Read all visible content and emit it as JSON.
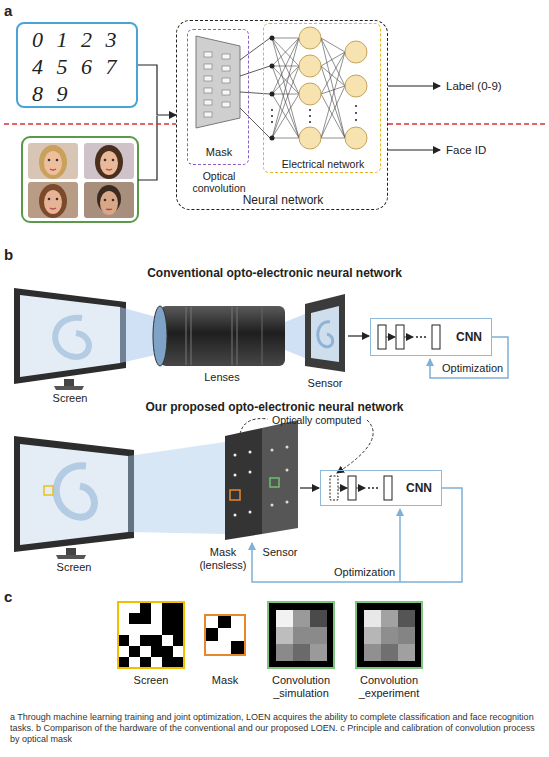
{
  "diagram": {
    "caption": "a Through machine learning training and joint optimization, LOEN acquires the ability to complete classification and face recognition tasks. b Comparison of the hardware of the conventional and our proposed LOEN. c Principle and calibration of convolution process by optical mask",
    "nodes": [
      {
        "text": [
          "0 1 2 3 4 5 6 7 8 9"
        ]
      },
      {
        "text": [
          "Neural network"
        ]
      },
      {
        "text": [
          "Mask",
          "Optical convolution"
        ],
        "in": 1
      },
      {
        "text": [
          "Electrical network"
        ],
        "in": 1
      },
      {
        "text": [
          "CNN"
        ]
      },
      {
        "text": [
          "CNN"
        ]
      }
    ],
    "edges": [
      {
        "from": 0,
        "to": 1,
        "arrow": "to"
      }
    ],
    "labels": [
      "a",
      "Label (0-9)",
      "Face ID",
      "b",
      "Conventional opto-electronic neural network",
      "Screen",
      "Lenses",
      "Sensor",
      "Optimization",
      "Our proposed opto-electronic neural network",
      "Optically computed",
      "Screen",
      "Mask (lensless)",
      "Sensor",
      "Optimization",
      "c",
      "Screen",
      "Mask",
      "Convolution _simulation",
      "Convolution _experiment"
    ]
  }
}
